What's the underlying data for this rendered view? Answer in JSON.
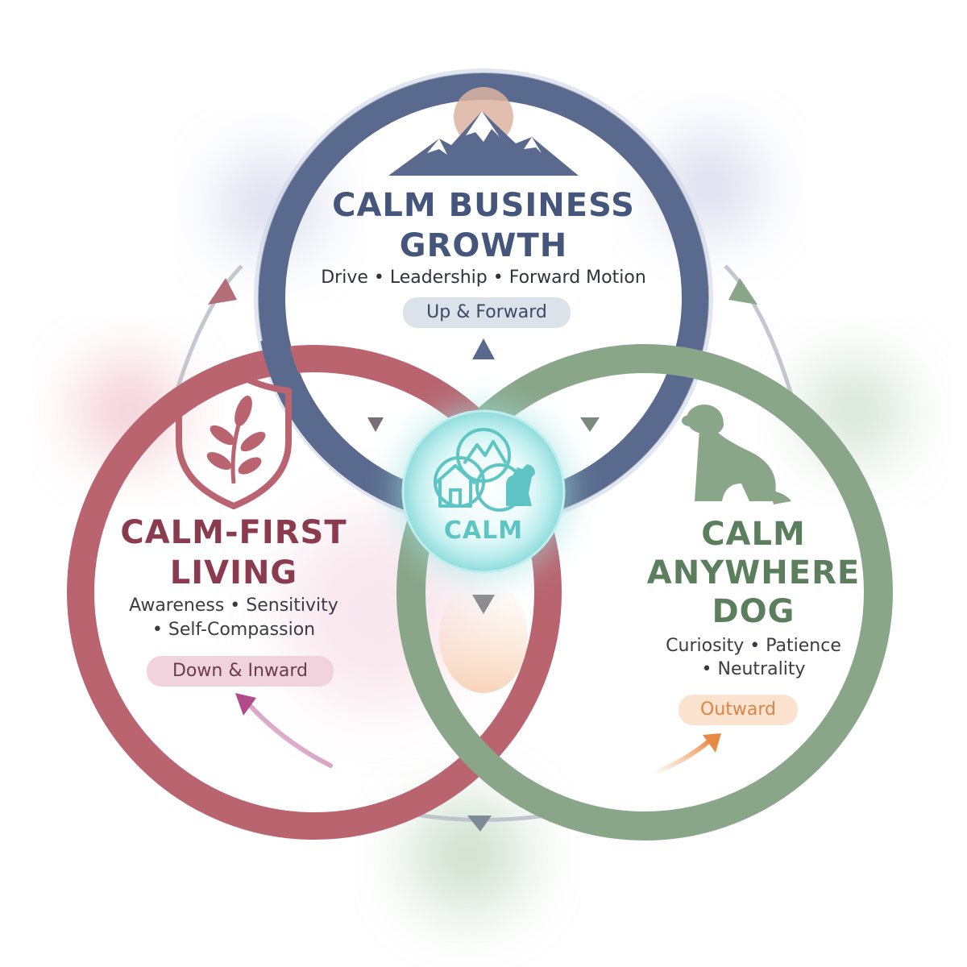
{
  "colors": {
    "business": "#5a6a8e",
    "living": "#b9646f",
    "dog": "#8aa689",
    "center": "#5fc4c4",
    "pill_business_bg": "#dce2ea",
    "pill_living_bg": "#f1d3dd",
    "pill_dog_bg": "#fbe3cf",
    "pill_dog_text": "#d98544"
  },
  "icons": {
    "business": "mountain-icon",
    "living": "shield-leaf-icon",
    "dog": "dog-icon",
    "center": "calm-emblem-icon"
  },
  "business": {
    "title_line1": "CALM BUSINESS",
    "title_line2": "GROWTH",
    "traits": "Drive • Leadership • Forward Motion",
    "direction": "Up & Forward"
  },
  "living": {
    "title_line1": "CALM-FIRST",
    "title_line2": "LIVING",
    "traits_line1": "Awareness • Sensitivity",
    "traits_line2": "• Self-Compassion",
    "direction": "Down & Inward"
  },
  "dog": {
    "title_line1": "CALM",
    "title_line2": "ANYWHERE",
    "title_line3": "DOG",
    "traits_line1": "Curiosity • Patience",
    "traits_line2": "• Neutrality",
    "direction": "Outward"
  },
  "center": {
    "label": "CALM"
  }
}
